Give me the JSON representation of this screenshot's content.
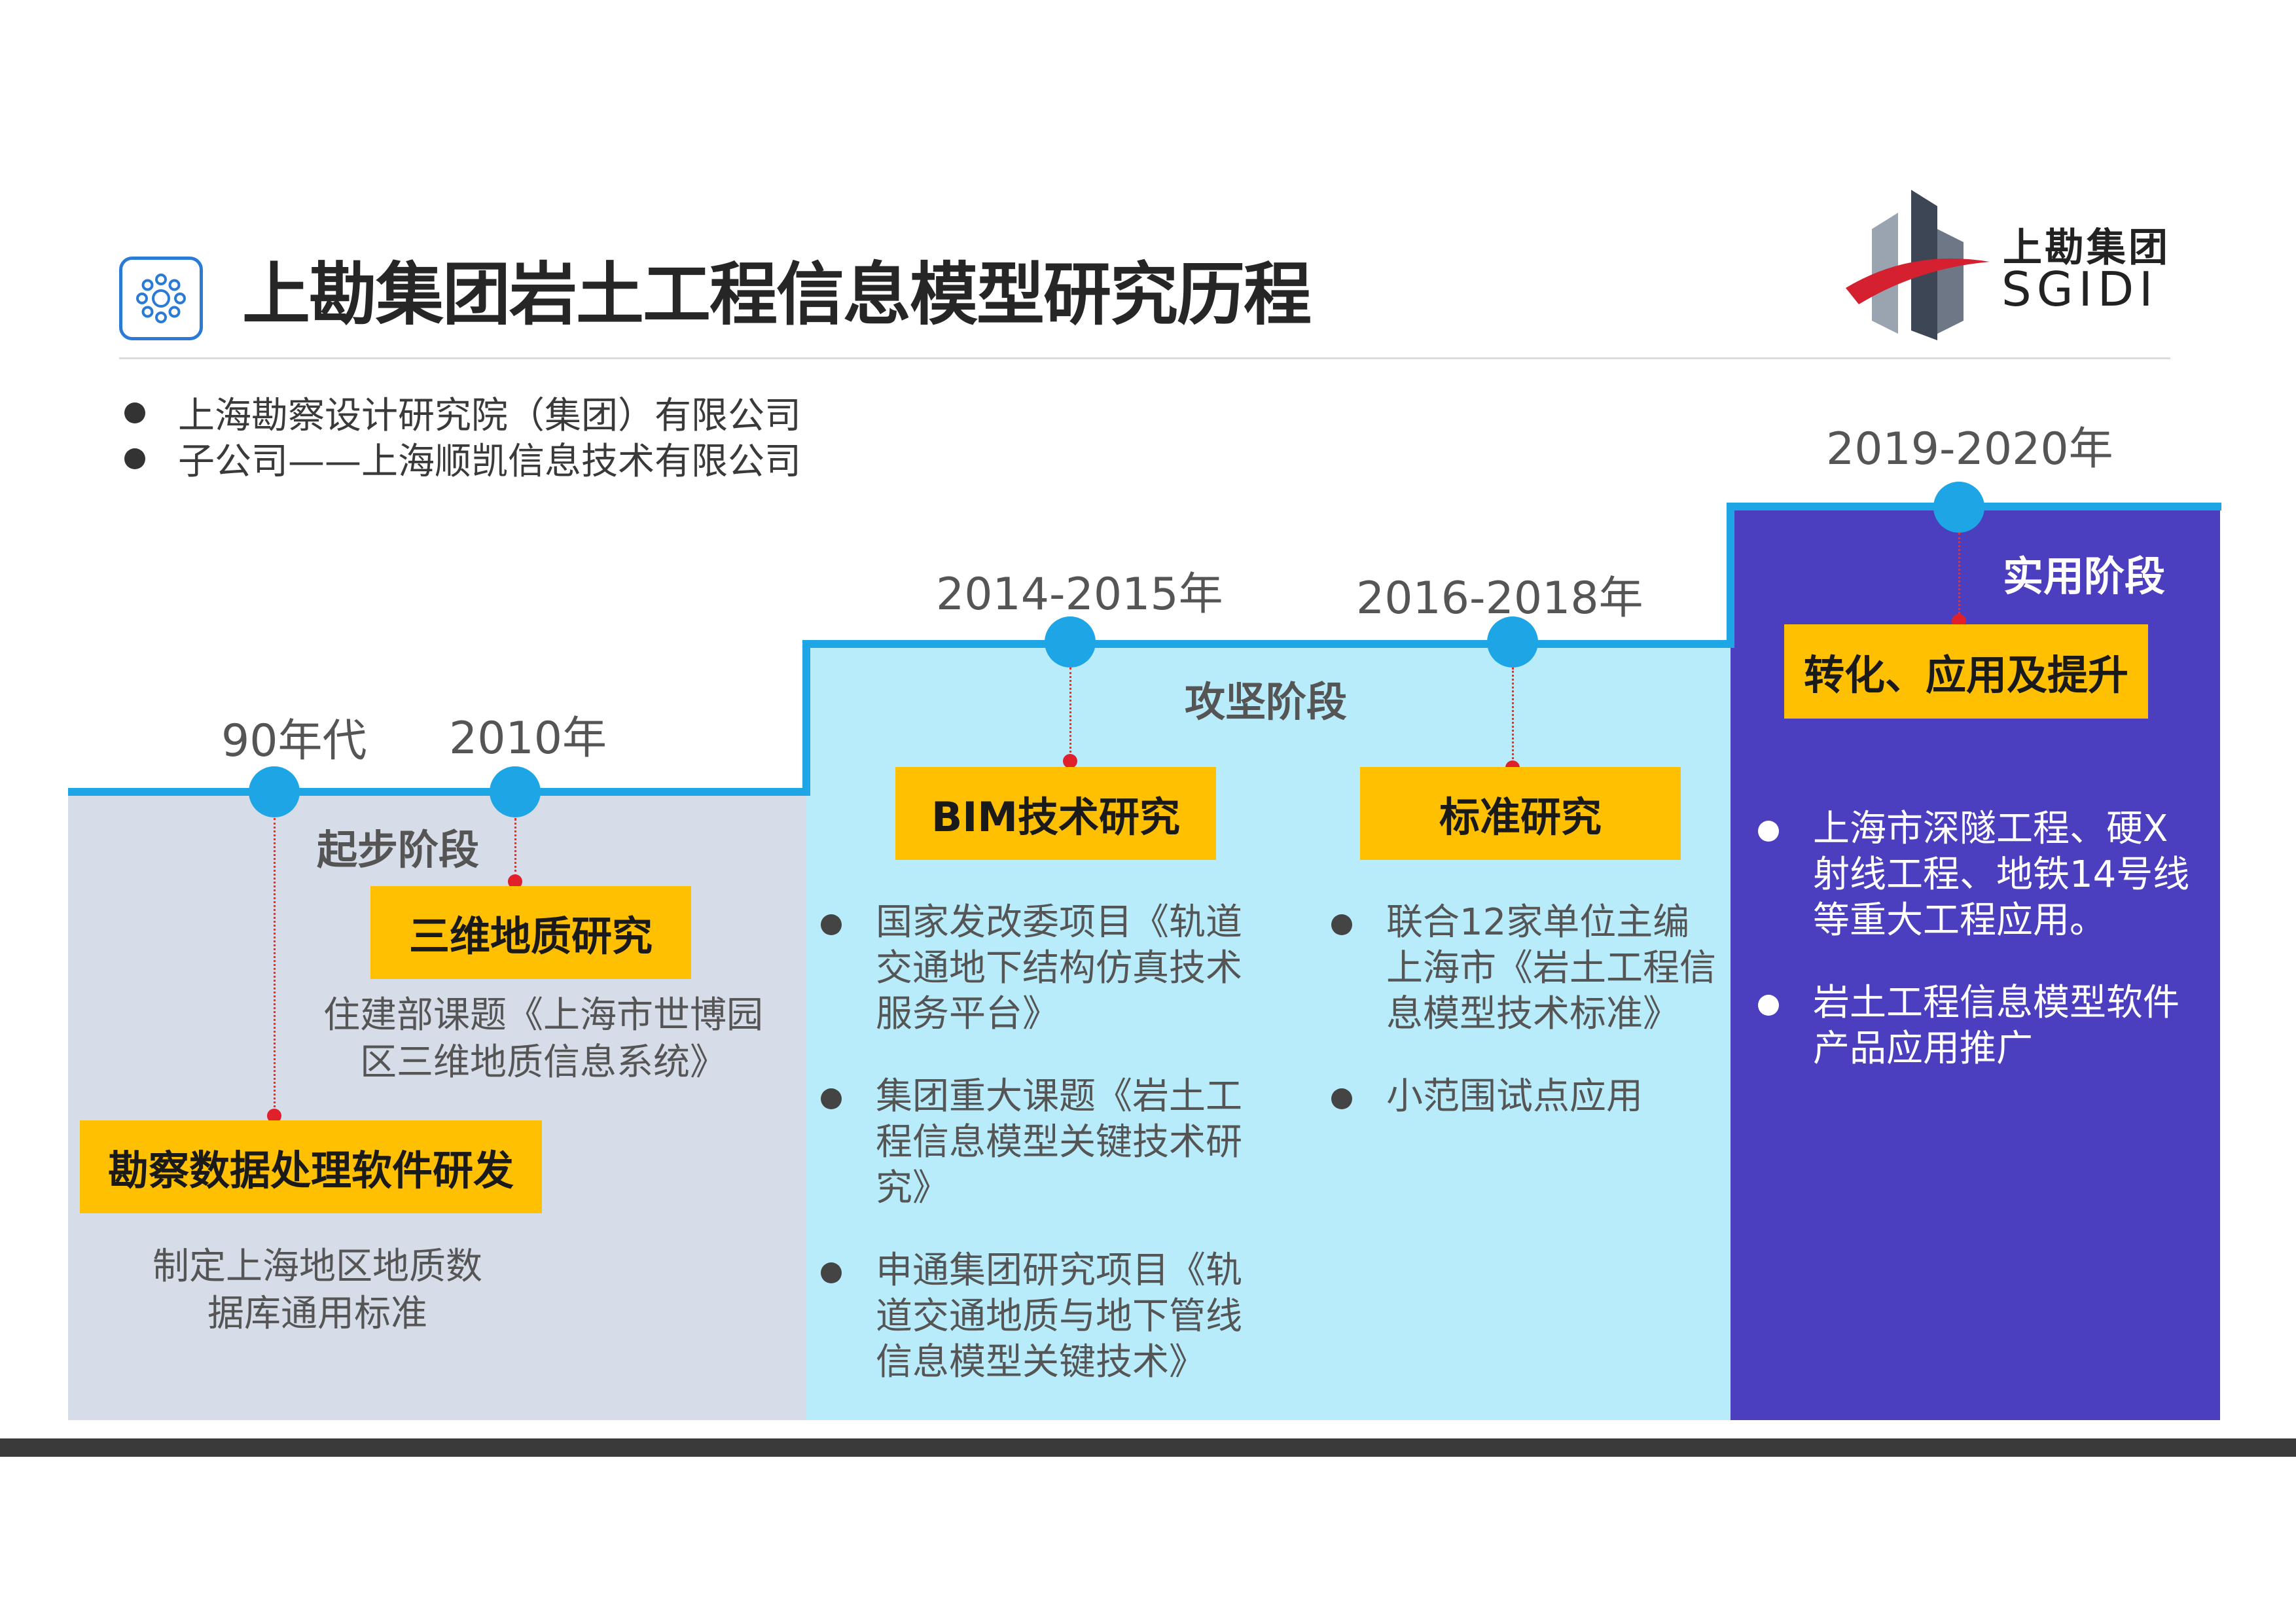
{
  "header": {
    "title": "上勘集团岩土工程信息模型研究历程",
    "logo_cn": "上勘集团",
    "logo_en": "SGIDI"
  },
  "companies": [
    "上海勘察设计研究院（集团）有限公司",
    "子公司——上海顺凯信息技术有限公司"
  ],
  "stages": {
    "start": {
      "label": "起步阶段",
      "years": [
        "90年代",
        "2010年"
      ],
      "items": [
        {
          "box": "三维地质研究",
          "desc": [
            "住建部课题《上海市世博园",
            "区三维地质信息系统》"
          ]
        },
        {
          "box": "勘察数据处理软件研发",
          "desc": [
            "制定上海地区地质数",
            "据库通用标准"
          ]
        }
      ]
    },
    "tough": {
      "label": "攻坚阶段",
      "years": [
        "2014-2015年",
        "2016-2018年"
      ],
      "bim": {
        "box": "BIM技术研究",
        "bullets": [
          "国家发改委项目《轨道交通地下结构仿真技术服务平台》",
          "集团重大课题《岩土工程信息模型关键技术研究》",
          "申通集团研究项目《轨道交通地质与地下管线信息模型关键技术》"
        ]
      },
      "standard": {
        "box": "标准研究",
        "bullets": [
          "联合12家单位主编上海市《岩土工程信息模型技术标准》",
          "小范围试点应用"
        ]
      }
    },
    "practical": {
      "label": "实用阶段",
      "year": "2019-2020年",
      "box": "转化、应用及提升",
      "bullets": [
        "上海市深隧工程、硬X射线工程、地铁14号线等重大工程应用。",
        "岩土工程信息模型软件产品应用推广"
      ]
    }
  },
  "colors": {
    "accent": "#1ea5e6",
    "box": "#fec000",
    "panel_start": "#d6dde8",
    "panel_tough": "#b9ecfb",
    "panel_practical": "#4b3fbf",
    "dash": "#e0322f"
  }
}
